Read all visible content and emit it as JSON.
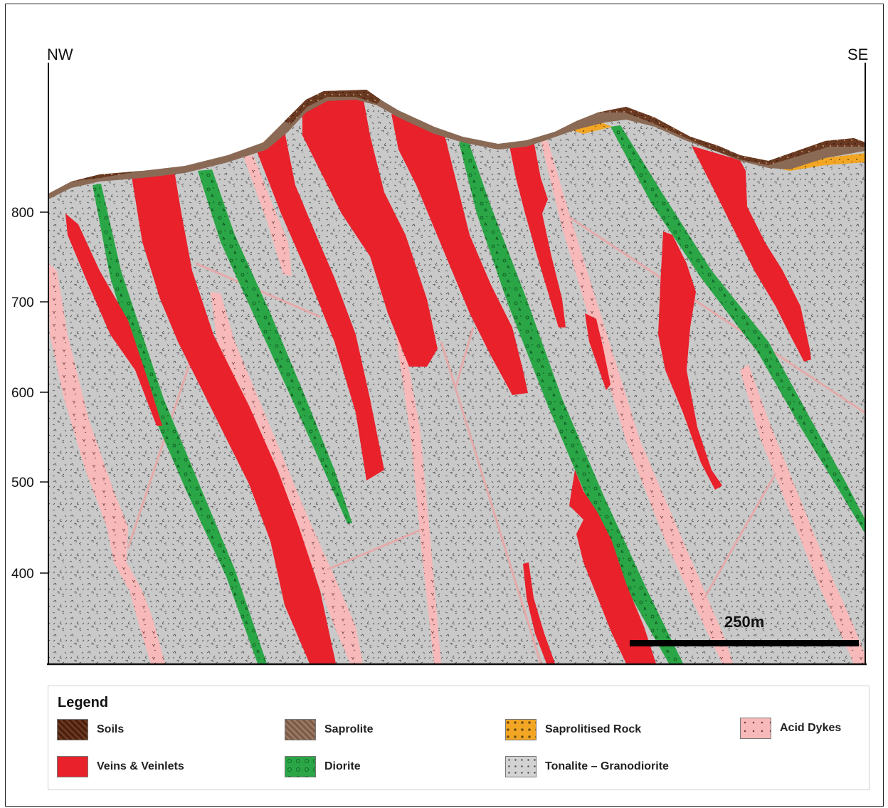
{
  "section": {
    "left_label": "NW",
    "right_label": "SE",
    "y_axis_ticks": [
      "800",
      "700",
      "600",
      "500",
      "400"
    ],
    "scale_bar_label": "250m"
  },
  "legend": {
    "title": "Legend",
    "items": [
      {
        "label": "Soils",
        "color": "#5a2a16"
      },
      {
        "label": "Saprolite",
        "color": "#8a6a55"
      },
      {
        "label": "Saprolitised Rock",
        "color": "#f2a623"
      },
      {
        "label": "Acid Dykes",
        "color": "#f7b9b9"
      },
      {
        "label": "Veins & Veinlets",
        "color": "#e8212b"
      },
      {
        "label": "Diorite",
        "color": "#2aa646"
      },
      {
        "label": "Tonalite – Granodiorite",
        "color": "#c8c8c8"
      }
    ]
  }
}
